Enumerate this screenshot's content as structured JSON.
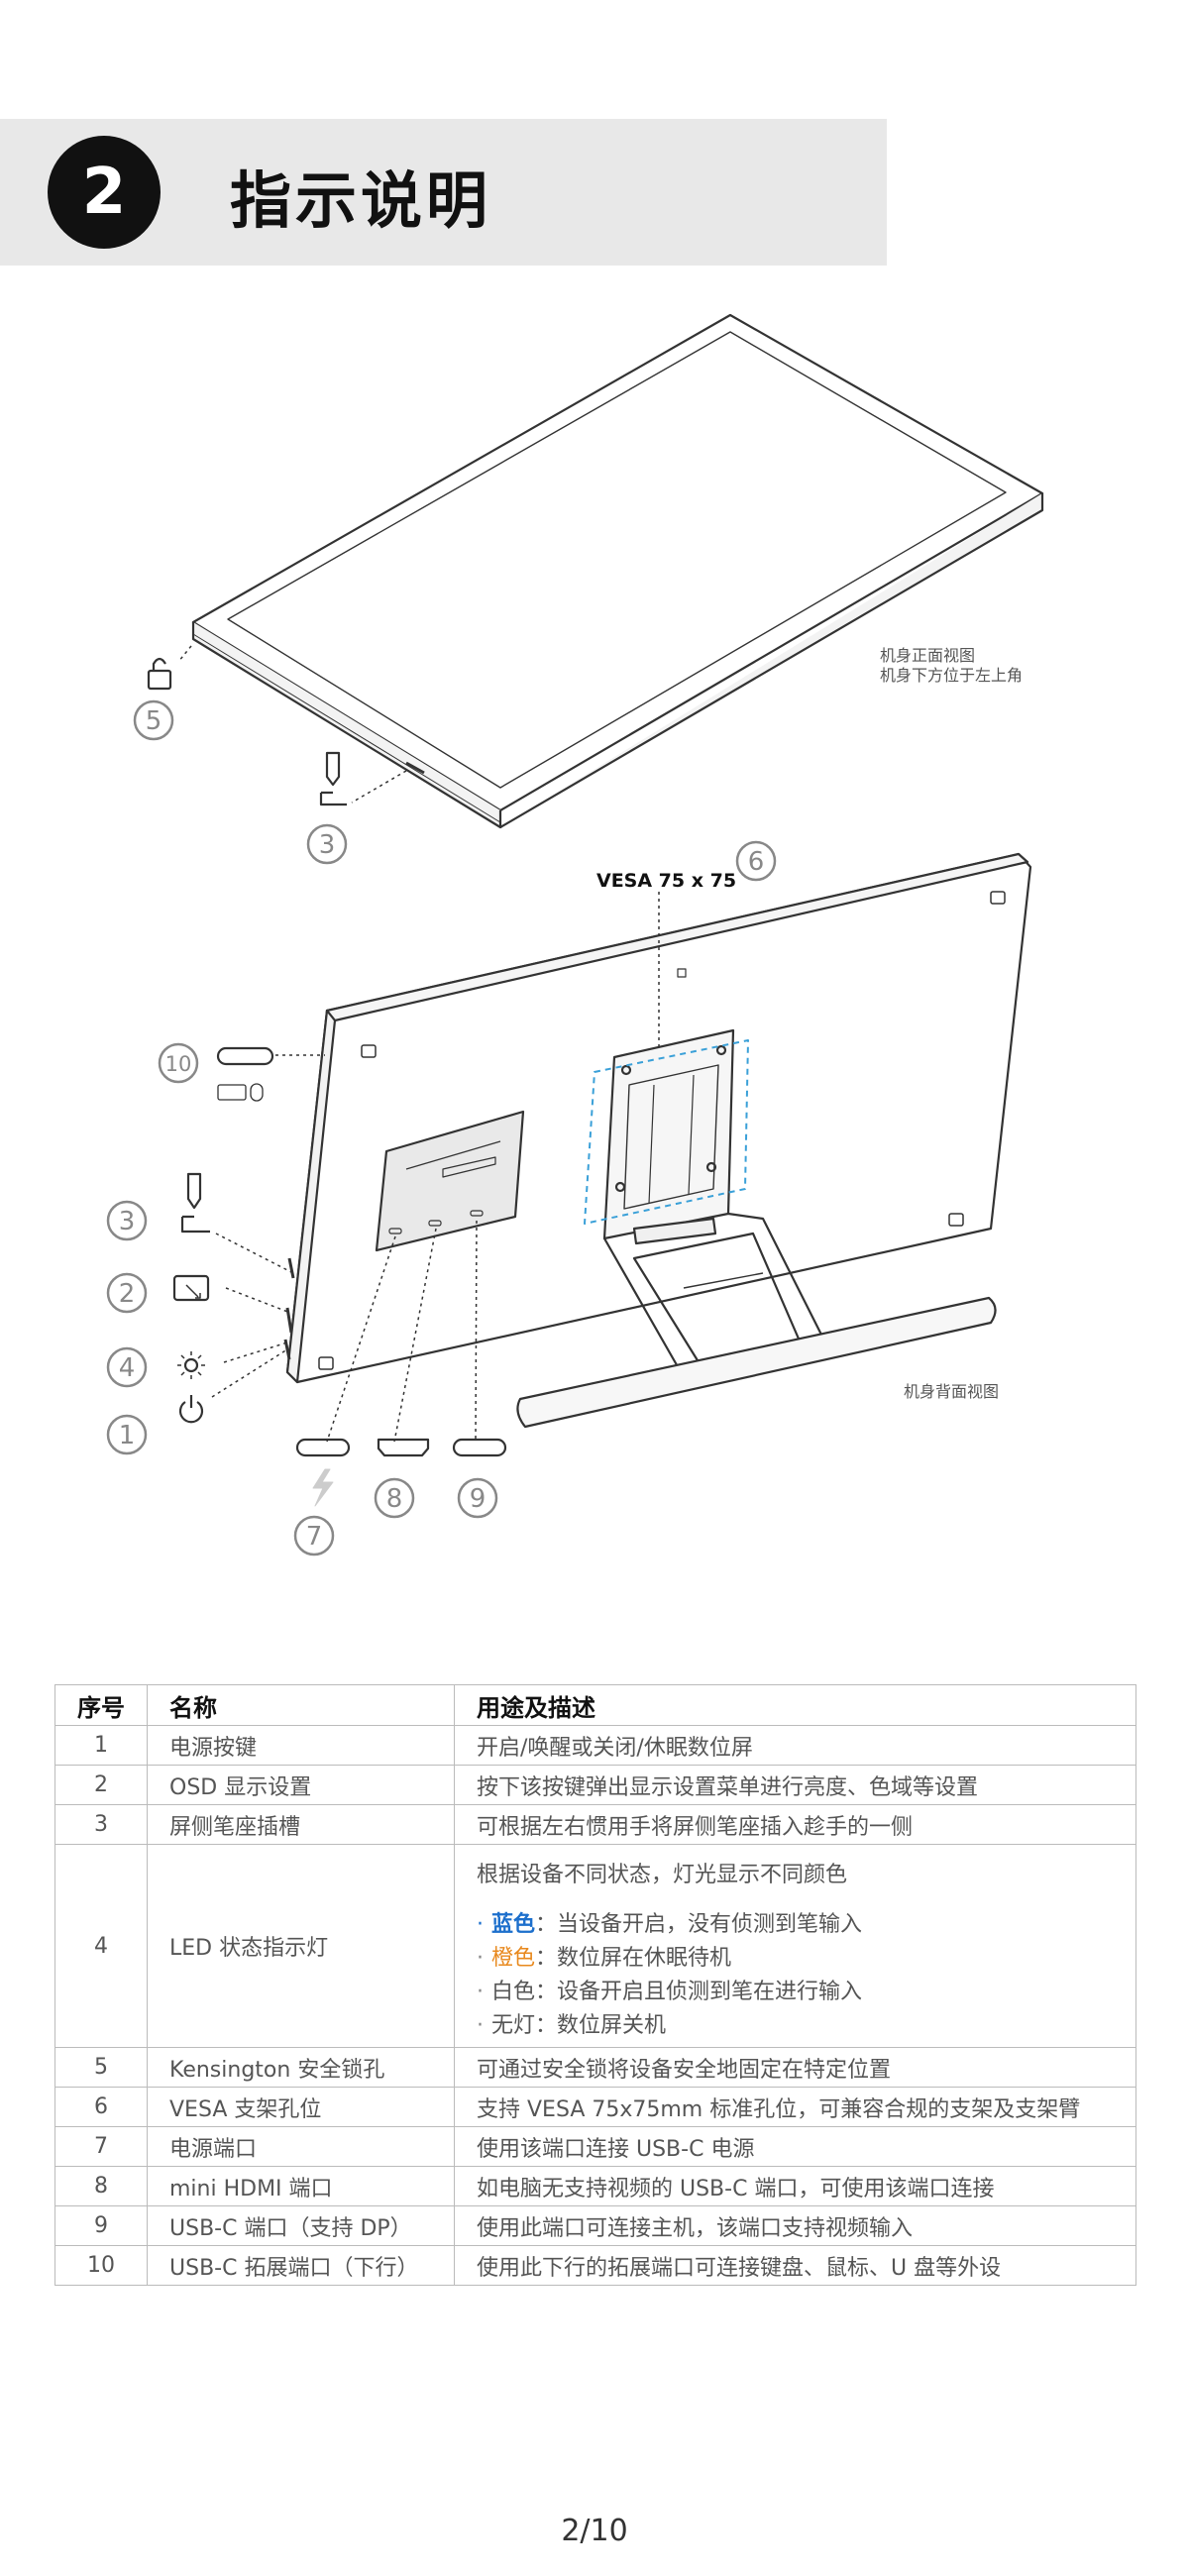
{
  "header": {
    "step_number": "2",
    "title": "指示说明"
  },
  "diagram": {
    "front_view_caption_1": "机身正面视图",
    "front_view_caption_2": "机身下方位于左上角",
    "back_view_caption": "机身背面视图",
    "vesa_label": "VESA 75 x 75",
    "callouts": [
      "5",
      "3",
      "6",
      "10",
      "3",
      "2",
      "4",
      "1",
      "7",
      "8",
      "9"
    ]
  },
  "table": {
    "headers": [
      "序号",
      "名称",
      "用途及描述"
    ],
    "rows": [
      {
        "no": "1",
        "name": "电源按键",
        "desc": "开启/唤醒或关闭/休眠数位屏"
      },
      {
        "no": "2",
        "name": "OSD 显示设置",
        "desc": "按下该按键弹出显示设置菜单进行亮度、色域等设置"
      },
      {
        "no": "3",
        "name": "屏侧笔座插槽",
        "desc": "可根据左右惯用手将屏侧笔座插入趁手的一侧"
      },
      {
        "no": "4",
        "name": "LED 状态指示灯"
      },
      {
        "no": "5",
        "name": "Kensington 安全锁孔",
        "desc": "可通过安全锁将设备安全地固定在特定位置"
      },
      {
        "no": "6",
        "name": "VESA 支架孔位",
        "desc": "支持 VESA 75x75mm 标准孔位，可兼容合规的支架及支架臂"
      },
      {
        "no": "7",
        "name": "电源端口",
        "desc": "使用该端口连接 USB-C 电源"
      },
      {
        "no": "8",
        "name": "mini HDMI 端口",
        "desc": "如电脑无支持视频的 USB-C 端口，可使用该端口连接"
      },
      {
        "no": "9",
        "name": "USB-C 端口（支持 DP）",
        "desc": "使用此端口可连接主机，该端口支持视频输入"
      },
      {
        "no": "10",
        "name": "USB-C 拓展端口（下行）",
        "desc": "使用此下行的拓展端口可连接键盘、鼠标、U 盘等外设"
      }
    ],
    "led": {
      "intro": "根据设备不同状态，灯光显示不同颜色",
      "blue_label": "蓝色",
      "blue_text": "：当设备开启，没有侦测到笔输入",
      "orange_label": "橙色",
      "orange_text": "：数位屏在休眠待机",
      "white_label": "白色",
      "white_text": "：设备开启且侦测到笔在进行输入",
      "off_label": "无灯",
      "off_text": "：数位屏关机",
      "bullet": "·",
      "colors": {
        "blue": "#1c6fcc",
        "orange": "#e8891e"
      }
    }
  },
  "footer": {
    "page": "2/10"
  }
}
